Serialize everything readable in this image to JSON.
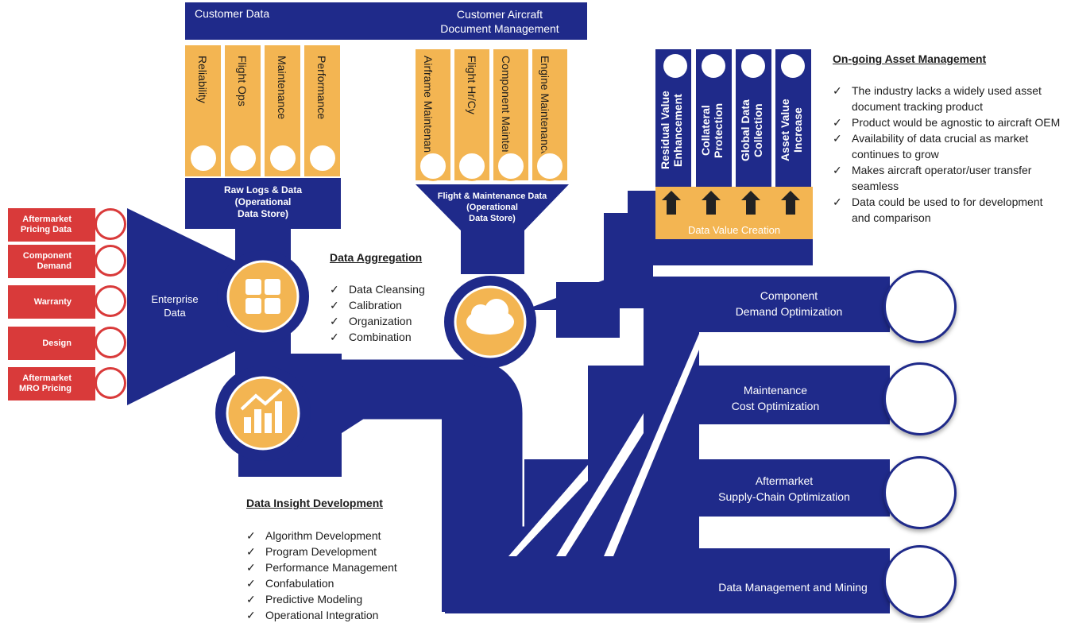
{
  "top_banner": {
    "customer_data": "Customer Data",
    "customer_aircraft_line1": "Customer Aircraft",
    "customer_aircraft_line2": "Document Management"
  },
  "customer_data_columns": [
    "Reliability",
    "Flight Ops",
    "Maintenance",
    "Performance"
  ],
  "aircraft_doc_columns": [
    {
      "line1": "Airframe",
      "line2": "Maintenance"
    },
    {
      "line1": "Flight Hr/Cy",
      "line2": ""
    },
    {
      "line1": "Component",
      "line2": "Maintenance"
    },
    {
      "line1": "Engine",
      "line2": "Maintenance"
    }
  ],
  "raw_logs": {
    "line1": "Raw Logs & Data",
    "line2": "(Operational",
    "line3": "Data Store)"
  },
  "flight_maint": {
    "line1": "Flight & Maintenance Data",
    "line2": "(Operational",
    "line3": "Data Store)"
  },
  "asset_columns": [
    {
      "line1": "Residual Value",
      "line2": "Enhancement"
    },
    {
      "line1": "Collateral",
      "line2": "Protection"
    },
    {
      "line1": "Global Data",
      "line2": "Collection"
    },
    {
      "line1": "Asset Value",
      "line2": "Increase"
    }
  ],
  "data_value_creation": "Data Value Creation",
  "ongoing": {
    "title": "On-going Asset Management",
    "items": [
      "The industry lacks a widely used asset document tracking product",
      "Product would be agnostic to aircraft OEM",
      "Availability of data crucial as market continues to grow",
      "Makes aircraft operator/user transfer seamless",
      "Data could be used to for development and comparison"
    ]
  },
  "enterprise_sources": [
    {
      "line1": "Aftermarket",
      "line2": "Pricing Data"
    },
    {
      "line1": "Component",
      "line2": "Demand"
    },
    {
      "line1": "Warranty",
      "line2": ""
    },
    {
      "line1": "Design",
      "line2": ""
    },
    {
      "line1": "Aftermarket",
      "line2": "MRO Pricing"
    }
  ],
  "enterprise_data": {
    "line1": "Enterprise",
    "line2": "Data"
  },
  "aggregation": {
    "title": "Data Aggregation",
    "items": [
      "Data Cleansing",
      "Calibration",
      "Organization",
      "Combination"
    ]
  },
  "insight": {
    "title": "Data Insight Development",
    "items": [
      "Algorithm Development",
      "Program Development",
      "Performance Management",
      "Confabulation",
      "Predictive Modeling",
      "Operational Integration"
    ]
  },
  "outputs": [
    {
      "line1": "Component",
      "line2": "Demand Optimization"
    },
    {
      "line1": "Maintenance",
      "line2": "Cost Optimization"
    },
    {
      "line1": "Aftermarket",
      "line2": "Supply-Chain Optimization"
    },
    {
      "line1": "Data Management and Mining",
      "line2": ""
    }
  ],
  "check": "✓",
  "colors": {
    "navy": "#1f2a8a",
    "gold": "#f3b552",
    "red": "#d93a3a"
  }
}
